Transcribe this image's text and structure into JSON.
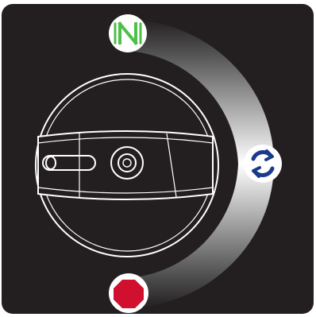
{
  "control": {
    "type": "rotary-selector-switch",
    "positions": [
      {
        "id": "normal",
        "icon": "normal-n-icon",
        "accent": "#4fbf4a"
      },
      {
        "id": "auto-cycle",
        "icon": "rotate-arrows-icon",
        "accent": "#1a3a8c"
      },
      {
        "id": "stop",
        "icon": "stop-octagon-icon",
        "accent": "#d0102e"
      }
    ]
  },
  "colors": {
    "panel": "#231f20",
    "outline": "#ffffff",
    "arc_gradient_dark": "#231f20",
    "arc_gradient_light": "#ffffff"
  }
}
